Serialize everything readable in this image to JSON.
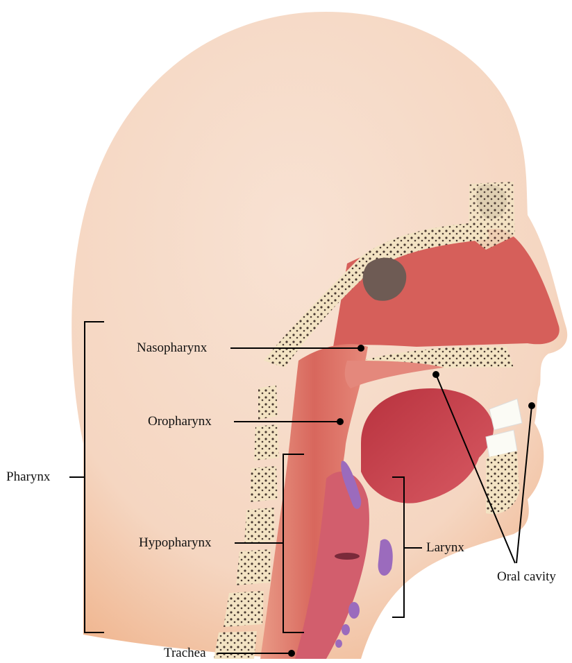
{
  "labels": {
    "nasopharynx": "Nasopharynx",
    "oropharynx": "Oropharynx",
    "pharynx": "Pharynx",
    "hypopharynx": "Hypopharynx",
    "larynx": "Larynx",
    "oral_cavity": "Oral cavity",
    "trachea": "Trachea"
  },
  "colors": {
    "skin": "#f5dac8",
    "skin_edge": "#f2b48a",
    "tissue": "#c94d4a",
    "tissue_light": "#e5837a",
    "bone": "#f3e3c3",
    "cartilage_purple": "#9b6bbd",
    "line": "#000000"
  }
}
